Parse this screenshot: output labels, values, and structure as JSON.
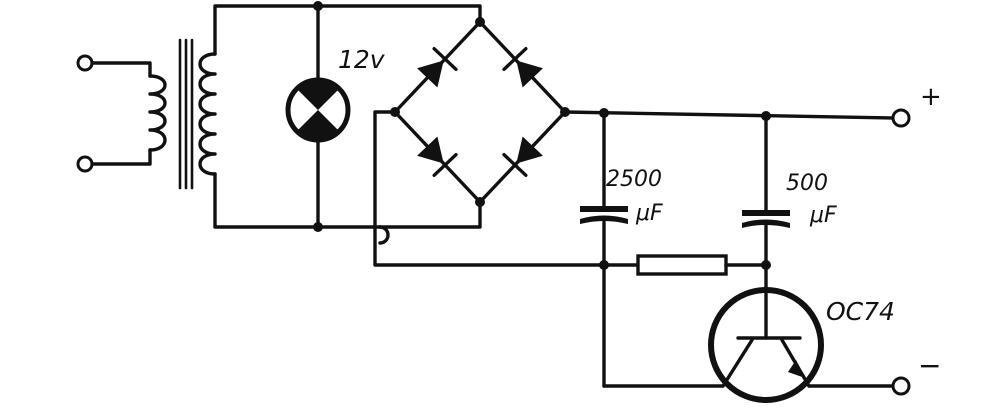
{
  "labels": {
    "lamp_voltage": "12v",
    "cap1_value": "2500",
    "cap1_unit": "μF",
    "cap2_value": "500",
    "cap2_unit": "μF",
    "transistor": "OC74",
    "plus": "+",
    "minus": "−"
  },
  "colors": {
    "ink": "#111111",
    "paper": "#ffffff"
  }
}
